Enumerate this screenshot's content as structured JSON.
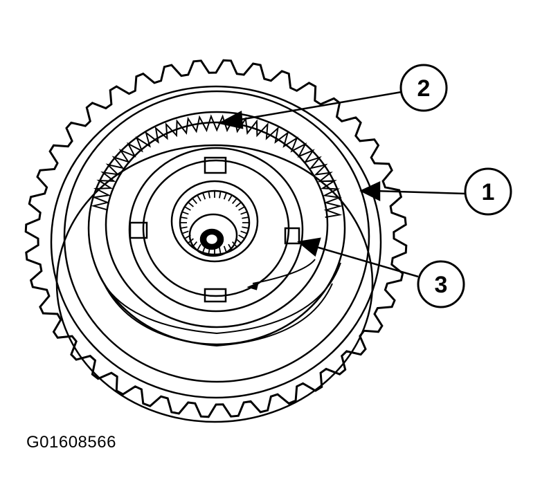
{
  "figure_id": "G01608566",
  "callouts": [
    {
      "number": "1"
    },
    {
      "number": "2"
    },
    {
      "number": "3"
    }
  ],
  "colors": {
    "ink": "#000000",
    "paper": "#ffffff"
  }
}
